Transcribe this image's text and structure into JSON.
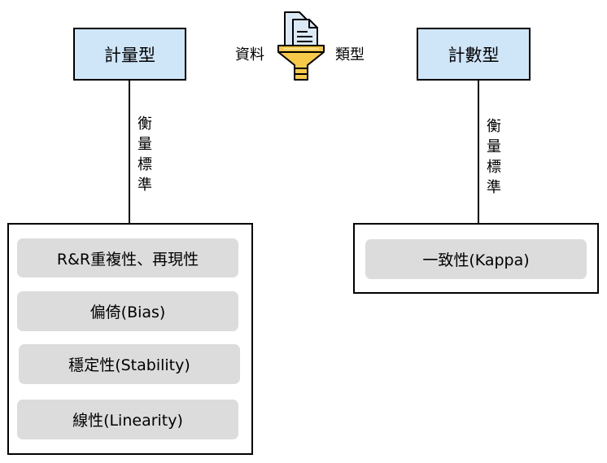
{
  "top": {
    "left_label": "資料",
    "right_label": "類型",
    "icon": "funnel-document-icon"
  },
  "left": {
    "title": "計量型",
    "measure_chars": [
      "衡",
      "量",
      "標",
      "準"
    ],
    "items": [
      {
        "label": "R&R重複性、再現性"
      },
      {
        "label": "偏倚(Bias)"
      },
      {
        "label": "穩定性(Stability)"
      },
      {
        "label": "線性(Linearity)"
      }
    ]
  },
  "right": {
    "title": "計數型",
    "measure_chars": [
      "衡",
      "量",
      "標",
      "準"
    ],
    "items": [
      {
        "label": "一致性(Kappa)"
      }
    ]
  },
  "colors": {
    "header_fill": "#cfe5f8",
    "pill_fill": "#dcdcdc",
    "funnel_yellow": "#f7c948",
    "doc_blue": "#dbe9f7"
  }
}
